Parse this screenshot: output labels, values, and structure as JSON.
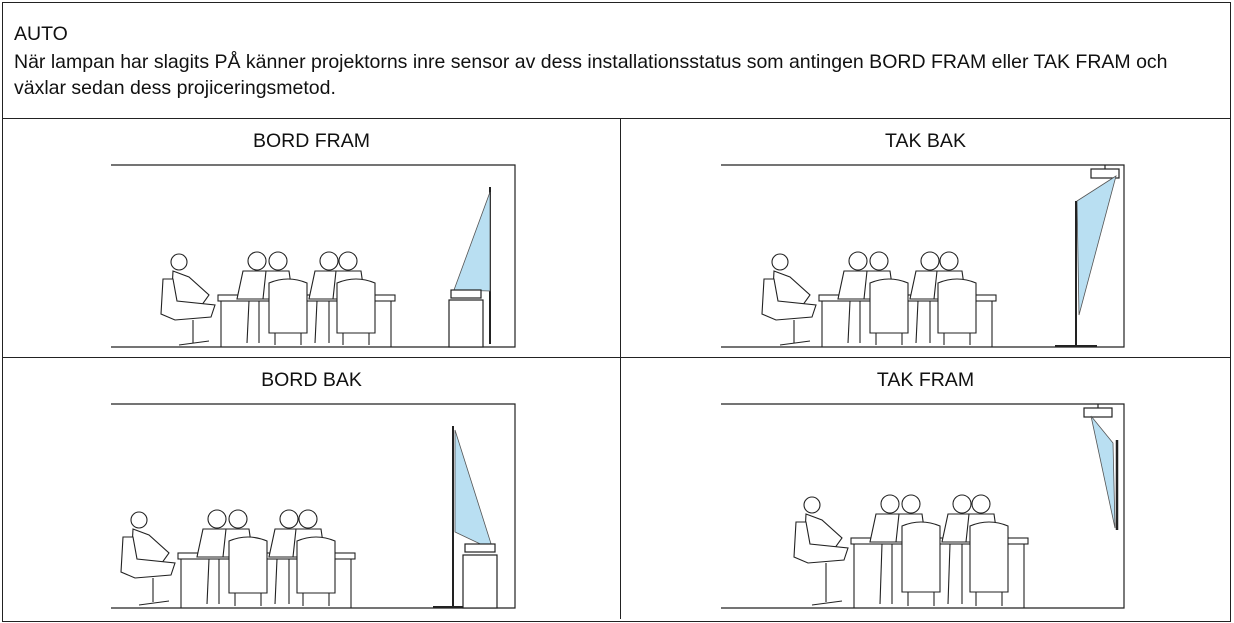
{
  "header": {
    "title": "AUTO",
    "description": "När lampan har slagits PÅ känner projektorns inre sensor av dess installationsstatus som antingen BORD FRAM eller TAK FRAM och växlar sedan dess projiceringsmetod."
  },
  "cells": [
    {
      "label": "BORD FRAM"
    },
    {
      "label": "TAK BAK"
    },
    {
      "label": "BORD BAK"
    },
    {
      "label": "TAK FRAM"
    }
  ],
  "colors": {
    "screen_beam": "#b9dff2",
    "line": "#222222"
  }
}
